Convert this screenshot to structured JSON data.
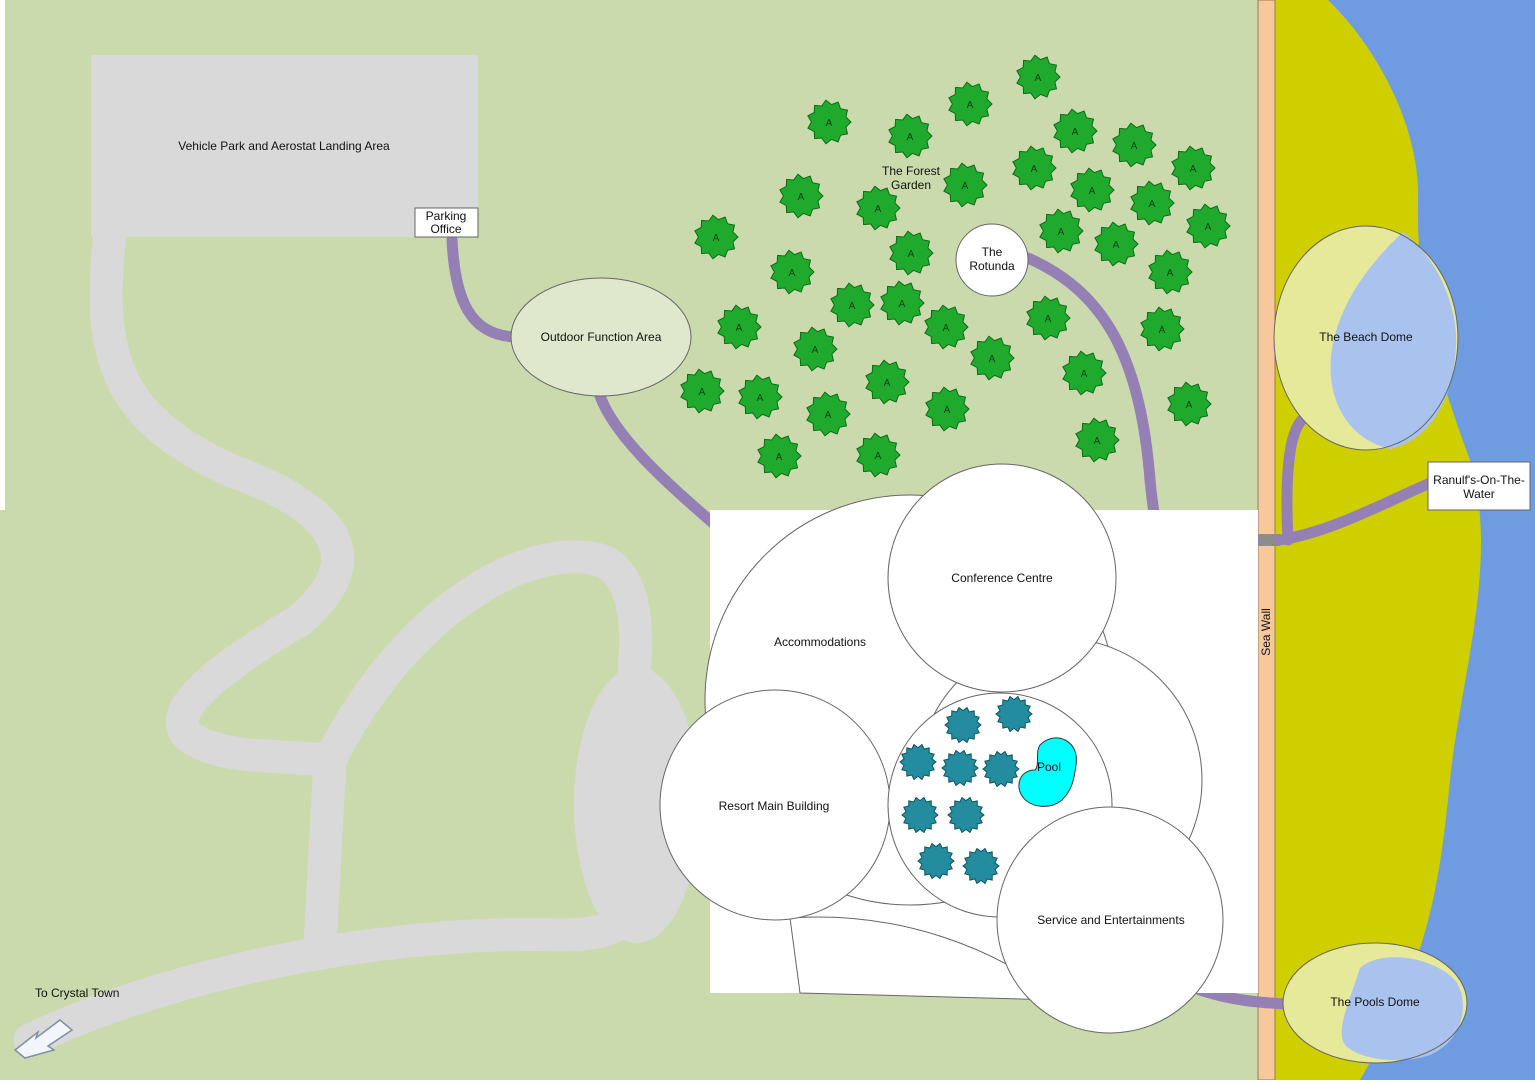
{
  "colors": {
    "grass": "#cbdaad",
    "road": "#d9d9d9",
    "path": "#9480b5",
    "beach": "#cfcf00",
    "sea": "#6f9be0",
    "seawall": "#f6c89c",
    "dome": "#e6e89a",
    "dome_water": "#aac3ee",
    "tree": "#1faa2e",
    "pool": "#00ffff",
    "bush": "#238c9e"
  },
  "labels": {
    "vehicle_park": "Vehicle Park and Aerostat Landing Area",
    "parking_office_line1": "Parking",
    "parking_office_line2": "Office",
    "outdoor_function": "Outdoor Function Area",
    "forest_garden_line1": "The Forest",
    "forest_garden_line2": "Garden",
    "rotunda_line1": "The",
    "rotunda_line2": "Rotunda",
    "beach_dome": "The Beach Dome",
    "ranulfs_line1": "Ranulf's-On-The-",
    "ranulfs_line2": "Water",
    "conference": "Conference Centre",
    "accommodations": "Accommodations",
    "resort_main": "Resort Main Building",
    "pool": "Pool",
    "service": "Service and Entertainments",
    "pools_dome": "The Pools Dome",
    "sea_wall": "Sea Wall",
    "crystal_town": "To Crystal Town",
    "tree_letter": "A"
  },
  "icons": {
    "tree": "tree-icon",
    "bush": "bush-icon",
    "direction": "arrow-icon"
  }
}
